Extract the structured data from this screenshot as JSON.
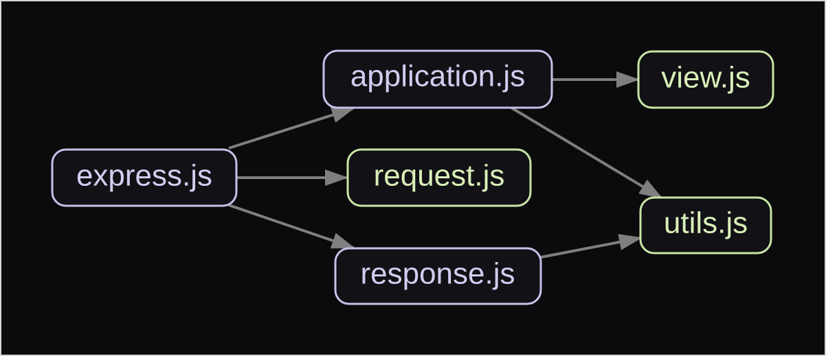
{
  "colors": {
    "canvas_background": "#0b0b0d",
    "frame_border": "#d7d7d7",
    "node_fill": "#111116",
    "purple_border": "#c7c1e8",
    "purple_text": "#d2cdef",
    "green_border": "#c8e6a5",
    "green_text": "#d8efb8",
    "edge_color": "#7f7f7f"
  },
  "nodes": [
    {
      "id": "express",
      "label": "express.js",
      "style": "purple"
    },
    {
      "id": "application",
      "label": "application.js",
      "style": "purple"
    },
    {
      "id": "request",
      "label": "request.js",
      "style": "green"
    },
    {
      "id": "response",
      "label": "response.js",
      "style": "purple"
    },
    {
      "id": "view",
      "label": "view.js",
      "style": "green"
    },
    {
      "id": "utils",
      "label": "utils.js",
      "style": "green"
    }
  ],
  "edges": [
    {
      "from": "express",
      "to": "application"
    },
    {
      "from": "express",
      "to": "request"
    },
    {
      "from": "express",
      "to": "response"
    },
    {
      "from": "application",
      "to": "view"
    },
    {
      "from": "application",
      "to": "utils"
    },
    {
      "from": "response",
      "to": "utils"
    }
  ]
}
